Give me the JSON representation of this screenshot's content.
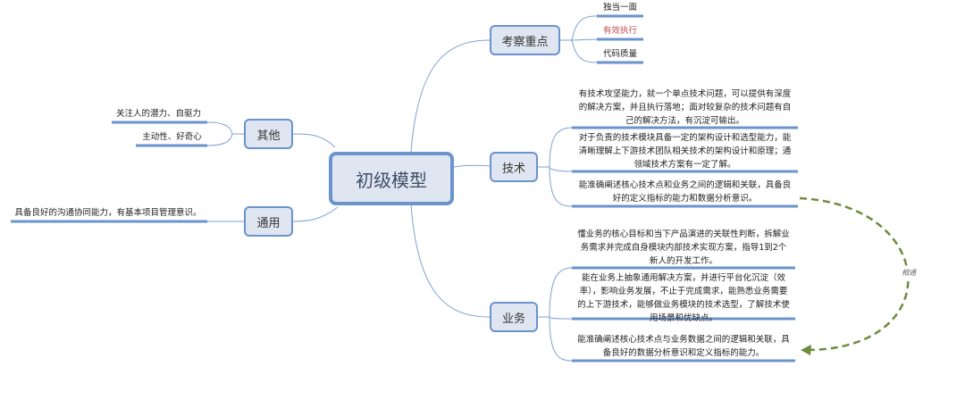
{
  "root": {
    "label": "初级模型"
  },
  "branches": {
    "focus": {
      "label": "考察重点",
      "items": [
        "独当一面",
        "有效执行",
        "代码质量"
      ]
    },
    "tech": {
      "label": "技术",
      "items": [
        "有技术攻坚能力，就一个单点技术问题，可以提供有深度的解决方案，并且执行落地；面对较复杂的技术问题有自己的解决方法，有沉淀可输出。",
        "对于负责的技术模块具备一定的架构设计和选型能力，能清晰理解上下游技术团队相关技术的架构设计和原理；通领域技术方案有一定了解。",
        "能准确阐述核心技术点和业务之间的逻辑和关联，具备良好的定义指标的能力和数据分析意识。"
      ]
    },
    "business": {
      "label": "业务",
      "items": [
        "懂业务的核心目标和当下产品演进的关联性判断，拆解业务需求并完成自身模块内部技术实现方案，指导1到2个新人的开发工作。",
        "能在业务上抽象通用解决方案，并进行平台化沉淀（效率），影响业务发展，不止于完成需求，能熟悉业务需要的上下游技术，能够做业务模块的技术选型，了解技术使用场景和优缺点。",
        "能准确阐述核心技术点与业务数据之间的逻辑和关联，具备良好的数据分析意识和定义指标的能力。"
      ]
    },
    "other": {
      "label": "其他",
      "items": [
        "关注人的潜力、自驱力",
        "主动性、好奇心"
      ]
    },
    "general": {
      "label": "通用",
      "items": [
        "具备良好的沟通协同能力，有基本项目管理意识。"
      ]
    }
  },
  "relation": {
    "label": "相通",
    "color": "#6e8b3d"
  },
  "colors": {
    "line": "#6b93cc",
    "node_fill": "#dfe6f1",
    "highlight": "#c0504d"
  }
}
